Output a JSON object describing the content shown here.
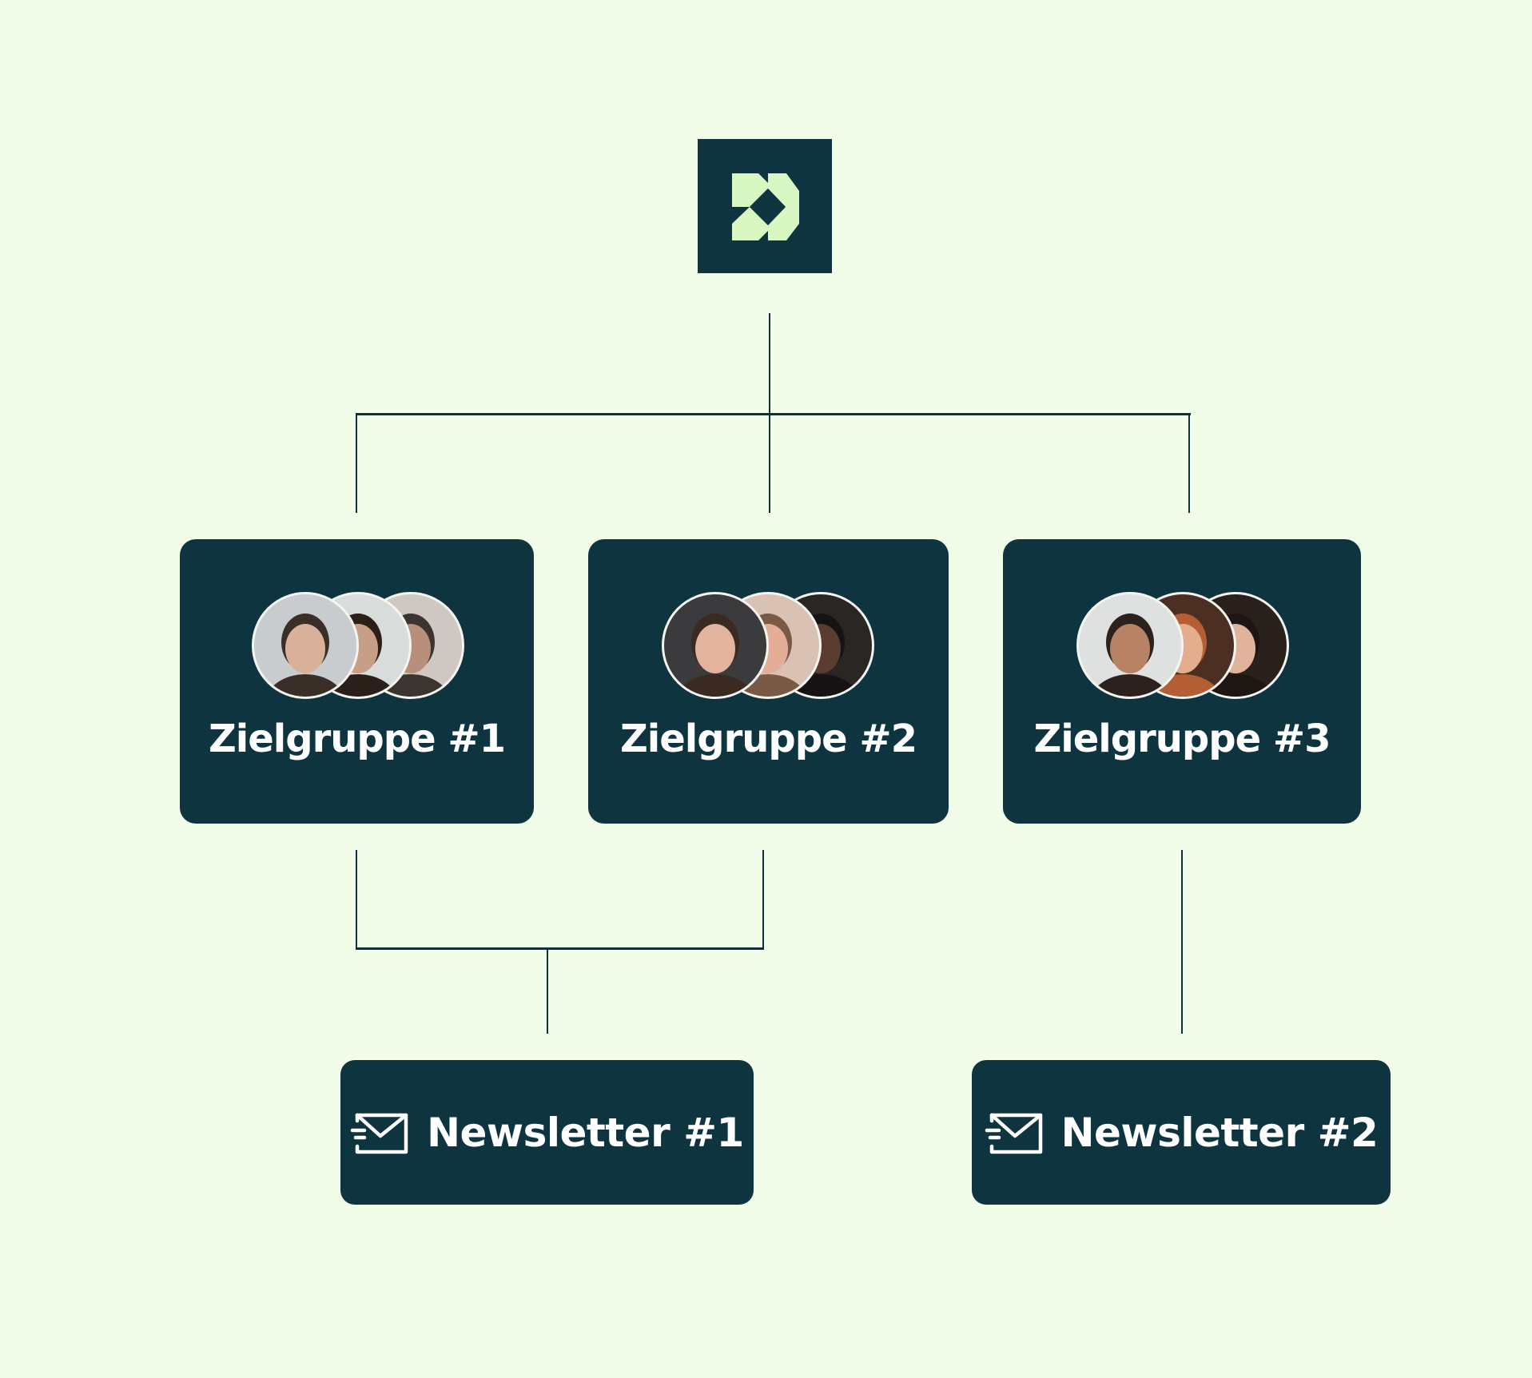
{
  "colors": {
    "background": "#f1fde9",
    "box": "#0e3440",
    "connector": "#0e2f3a",
    "logo_mark": "#d9f7c3",
    "text": "#ffffff"
  },
  "root": {
    "icon": "brand-logo-chevron-icon"
  },
  "audiences": [
    {
      "label": "Zielgruppe #1",
      "avatars": [
        {
          "bg": "#c9ccce",
          "skin": "#d9b19a",
          "hair": "#3a2e28"
        },
        {
          "bg": "#d8dcda",
          "skin": "#c99e86",
          "hair": "#2b1f1a"
        },
        {
          "bg": "#cfc8c2",
          "skin": "#b88f7a",
          "hair": "#3c3430"
        }
      ]
    },
    {
      "label": "Zielgruppe #2",
      "avatars": [
        {
          "bg": "#3b3a3c",
          "skin": "#e2b49e",
          "hair": "#3a2a22"
        },
        {
          "bg": "#d9c2b4",
          "skin": "#e4ad96",
          "hair": "#7a5a44"
        },
        {
          "bg": "#2a2624",
          "skin": "#5a3c30",
          "hair": "#151313"
        }
      ]
    },
    {
      "label": "Zielgruppe #3",
      "avatars": [
        {
          "bg": "#dfe1e1",
          "skin": "#b78364",
          "hair": "#2c211c"
        },
        {
          "bg": "#4a2f22",
          "skin": "#e3ad8e",
          "hair": "#b55e36"
        },
        {
          "bg": "#2a201c",
          "skin": "#e0b39d",
          "hair": "#1e1613"
        }
      ]
    }
  ],
  "newsletters": [
    {
      "label": "Newsletter #1",
      "icon": "send-mail-icon"
    },
    {
      "label": "Newsletter #2",
      "icon": "send-mail-icon"
    }
  ]
}
